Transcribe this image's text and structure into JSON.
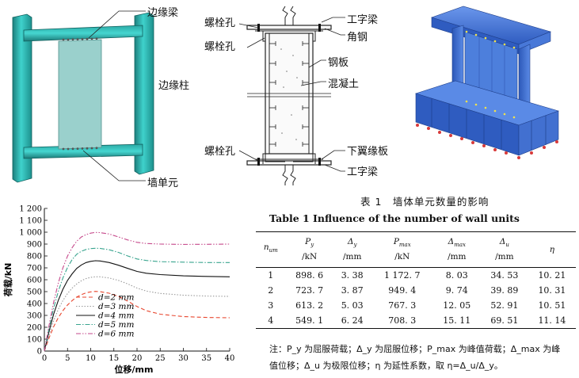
{
  "figure_a": {
    "label_edge_beam": "边缘梁",
    "label_edge_column": "边缘柱",
    "label_wall_unit": "墙单元"
  },
  "figure_b": {
    "label_bolt_hole_1": "螺栓孔",
    "label_bolt_hole_2": "螺栓孔",
    "label_bolt_hole_3": "螺栓孔",
    "label_i_beam_top": "工字梁",
    "label_angle_steel": "角钢",
    "label_steel_plate": "钢板",
    "label_concrete": "混凝土",
    "label_lower_flange": "下翼缘板",
    "label_i_beam_bottom": "工字梁"
  },
  "chart_data": {
    "type": "line",
    "xlabel": "位移/mm",
    "ylabel": "荷载/kN",
    "xlim": [
      0,
      40
    ],
    "ylim": [
      0,
      1200
    ],
    "x_ticks": [
      "0",
      "5",
      "10",
      "15",
      "20",
      "25",
      "30",
      "35",
      "40"
    ],
    "y_ticks": [
      "0",
      "100",
      "200",
      "300",
      "400",
      "500",
      "600",
      "700",
      "800",
      "900",
      "1 000",
      "1 100",
      "1 200"
    ],
    "grid": false,
    "legend_position": "bottom-center",
    "series": [
      {
        "name": "d=2 mm",
        "color": "#e8472f",
        "dash": "5,3",
        "x": [
          0,
          1,
          2,
          3,
          4,
          5,
          6,
          7,
          8,
          9,
          10,
          11,
          12,
          14,
          16,
          18,
          20,
          22,
          25,
          30,
          35,
          40
        ],
        "y": [
          0,
          110,
          205,
          280,
          340,
          388,
          425,
          455,
          475,
          490,
          498,
          502,
          500,
          487,
          460,
          420,
          375,
          340,
          310,
          290,
          283,
          280
        ]
      },
      {
        "name": "d=3 mm",
        "color": "#9a9a9a",
        "dash": "1.5,2",
        "x": [
          0,
          1,
          2,
          3,
          4,
          5,
          6,
          7,
          8,
          9,
          10,
          11,
          12,
          14,
          16,
          18,
          20,
          22,
          25,
          30,
          35,
          40
        ],
        "y": [
          0,
          135,
          255,
          350,
          425,
          485,
          530,
          565,
          592,
          610,
          620,
          625,
          625,
          615,
          595,
          565,
          530,
          505,
          485,
          470,
          463,
          460
        ]
      },
      {
        "name": "d=4 mm",
        "color": "#111111",
        "dash": "",
        "x": [
          0,
          1,
          2,
          3,
          4,
          5,
          6,
          7,
          8,
          9,
          10,
          11,
          12,
          14,
          16,
          18,
          20,
          22,
          25,
          30,
          35,
          40
        ],
        "y": [
          0,
          165,
          310,
          425,
          520,
          595,
          650,
          695,
          725,
          745,
          755,
          760,
          758,
          745,
          722,
          695,
          670,
          655,
          643,
          633,
          628,
          625
        ]
      },
      {
        "name": "d=5 mm",
        "color": "#3aa58f",
        "dash": "6,2,1.5,2",
        "x": [
          0,
          1,
          2,
          3,
          4,
          5,
          6,
          7,
          8,
          9,
          10,
          11,
          12,
          14,
          16,
          18,
          20,
          22,
          25,
          30,
          35,
          40
        ],
        "y": [
          0,
          190,
          360,
          500,
          615,
          705,
          770,
          815,
          840,
          855,
          862,
          865,
          864,
          852,
          830,
          800,
          775,
          762,
          752,
          748,
          745,
          745
        ]
      },
      {
        "name": "d=6 mm",
        "color": "#c64a8c",
        "dash": "6,2,1.5,2,1.5,2",
        "x": [
          0,
          1,
          2,
          3,
          4,
          5,
          6,
          7,
          8,
          9,
          10,
          11,
          12,
          14,
          16,
          18,
          20,
          22,
          25,
          30,
          35,
          40
        ],
        "y": [
          0,
          215,
          410,
          570,
          700,
          800,
          870,
          925,
          960,
          980,
          992,
          998,
          997,
          985,
          960,
          935,
          915,
          905,
          900,
          897,
          898,
          900
        ]
      }
    ]
  },
  "table": {
    "title_cn": "表 1　墙体单元数量的影响",
    "title_en": "Table 1   Influence of the number of wall units",
    "headers": [
      {
        "sym": "n",
        "sub": "um",
        "unit": ""
      },
      {
        "sym": "P",
        "sub": "y",
        "unit": "/kN"
      },
      {
        "sym": "Δ",
        "sub": "y",
        "unit": "/mm"
      },
      {
        "sym": "P",
        "sub": "max",
        "unit": "/kN"
      },
      {
        "sym": "Δ",
        "sub": "max",
        "unit": "/mm"
      },
      {
        "sym": "Δ",
        "sub": "u",
        "unit": "/mm"
      },
      {
        "sym": "η",
        "sub": "",
        "unit": ""
      }
    ],
    "rows": [
      [
        "1",
        "898. 6",
        "3. 38",
        "1 172. 7",
        "8. 03",
        "34. 53",
        "10. 21"
      ],
      [
        "2",
        "723. 7",
        "3. 87",
        "949. 4",
        "9. 74",
        "39. 89",
        "10. 31"
      ],
      [
        "3",
        "613. 2",
        "5. 03",
        "767. 3",
        "12. 05",
        "52. 91",
        "10. 51"
      ],
      [
        "4",
        "549. 1",
        "6. 24",
        "708. 3",
        "15. 11",
        "69. 51",
        "11. 14"
      ]
    ],
    "note_line1": "注：P_y 为屈服荷载；Δ_y 为屈服位移；P_max 为峰值荷载；Δ_max 为峰",
    "note_line2": "值位移；Δ_u 为极限位移；η 为延性系数，取 η=Δ_u/Δ_y。"
  },
  "colors": {
    "frame_teal": "#38c4c0",
    "frame_dark": "#1d7f7d",
    "wall_panel": "#9ad0cc",
    "model_blue": "#3e6fd0",
    "model_dark": "#1f3f8a",
    "support_red": "#d83a3a"
  }
}
